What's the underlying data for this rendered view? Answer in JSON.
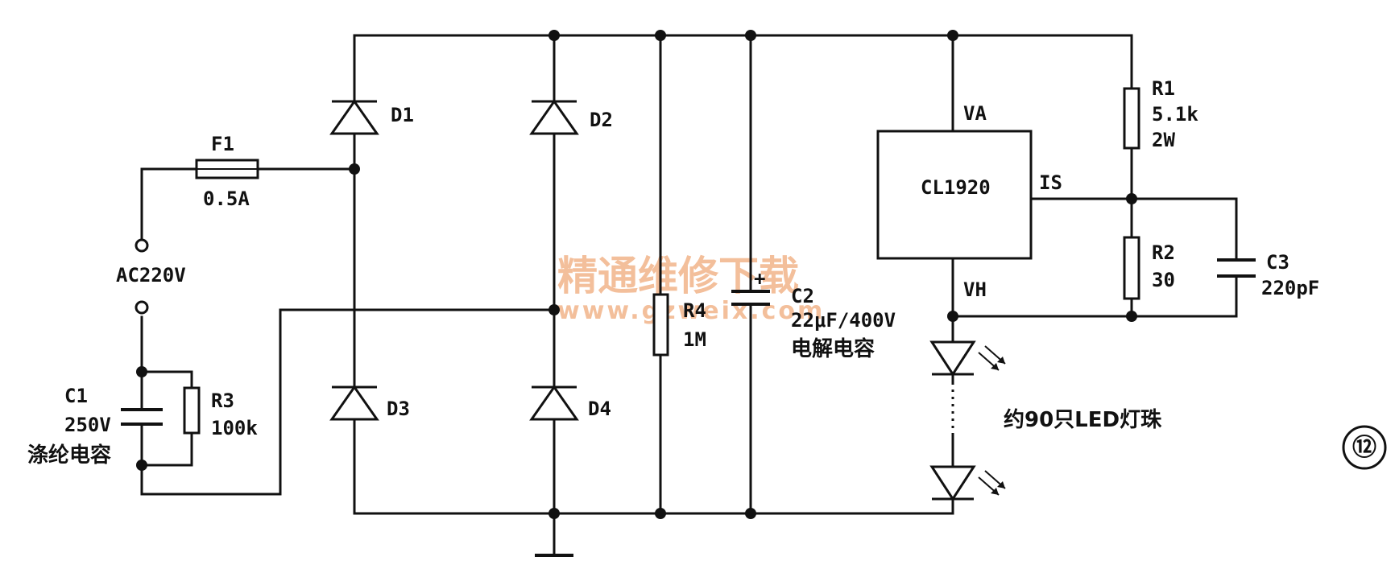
{
  "fuse": {
    "name": "F1",
    "rating": "0.5A"
  },
  "ac_input": {
    "label": "AC220V"
  },
  "c1": {
    "name": "C1",
    "value": "250V",
    "type": "涤纶电容"
  },
  "r3": {
    "name": "R3",
    "value": "100k"
  },
  "diodes": {
    "d1": "D1",
    "d2": "D2",
    "d3": "D3",
    "d4": "D4"
  },
  "r4": {
    "name": "R4",
    "value": "1M"
  },
  "c2": {
    "plus": "+",
    "name": "C2",
    "value": "22μF/400V",
    "type": "电解电容"
  },
  "ic": {
    "name": "CL1920",
    "pin_va": "VA",
    "pin_vh": "VH",
    "pin_is": "IS"
  },
  "r1": {
    "name": "R1",
    "value": "5.1k",
    "power": "2W"
  },
  "r2": {
    "name": "R2",
    "value": "30"
  },
  "c3": {
    "name": "C3",
    "value": "220pF"
  },
  "leds": {
    "label": "约90只LED灯珠"
  },
  "figure_number": "⑫",
  "watermark": {
    "line1": "精通维修下载",
    "line2": "www.gzweix.com"
  }
}
